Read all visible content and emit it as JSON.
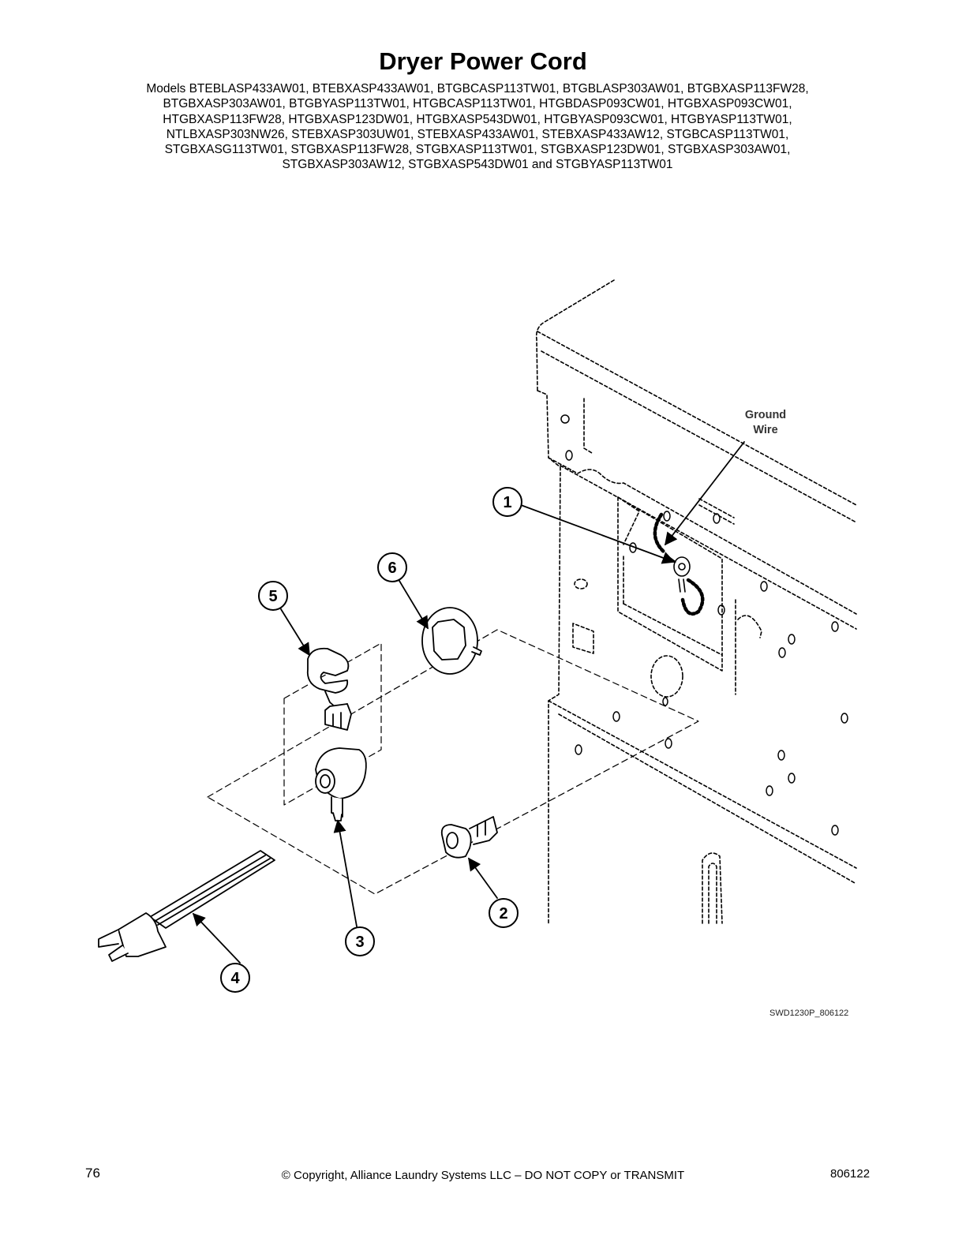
{
  "page": {
    "title": "Dryer Power Cord",
    "models_lines": [
      "Models BTEBLASP433AW01, BTEBXASP433AW01, BTGBCASP113TW01, BTGBLASP303AW01, BTGBXASP113FW28,",
      "BTGBXASP303AW01, BTGBYASP113TW01, HTGBCASP113TW01, HTGBDASP093CW01, HTGBXASP093CW01,",
      "HTGBXASP113FW28, HTGBXASP123DW01, HTGBXASP543DW01, HTGBYASP093CW01, HTGBYASP113TW01,",
      "NTLBXASP303NW26, STEBXASP303UW01, STEBXASP433AW01, STEBXASP433AW12, STGBCASP113TW01,",
      "STGBXASG113TW01, STGBXASP113FW28, STGBXASP113TW01, STGBXASP123DW01, STGBXASP303AW01,",
      "STGBXASP303AW12, STGBXASP543DW01 and STGBYASP113TW01"
    ]
  },
  "diagram": {
    "callouts": [
      "1",
      "2",
      "3",
      "4",
      "5",
      "6"
    ],
    "ground_wire_label": [
      "Ground",
      "Wire"
    ],
    "figure_id": "SWD1230P_806122"
  },
  "footer": {
    "page_number": "76",
    "copyright": "© Copyright, Alliance Laundry Systems LLC – DO NOT COPY or TRANSMIT",
    "doc_number": "806122"
  }
}
